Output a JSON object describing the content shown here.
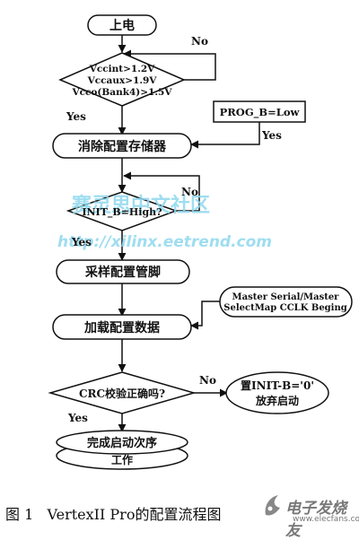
{
  "nodes": {
    "power_on": "上电",
    "voltage_check": [
      "Vccint>1.2V",
      "Vccaux>1.9V",
      "Vcco(Bank4)>1.5V"
    ],
    "prog_b": "PROG_B=Low",
    "clear_memory": "消除配置存储器",
    "init_check": "INIT_B=High?",
    "sample_pins": "采样配置管脚",
    "cclk_begin": [
      "Master Serial/Master",
      "SelectMap CCLK Beging"
    ],
    "load_data": "加载配置数据",
    "crc_check": "CRC校验正确吗?",
    "set_init": [
      "置INIT-B='0'",
      "放弃启动"
    ],
    "complete_startup": "完成启动次序",
    "work": "工作"
  },
  "edges": {
    "voltage_no": "No",
    "voltage_yes": "Yes",
    "prog_yes": "Yes",
    "init_no": "No",
    "init_yes": "Yes",
    "crc_no": "No",
    "crc_yes": "Yes"
  },
  "watermark": {
    "line1": "赛灵思中文社区",
    "line2": "http://xilinx.eetrend.com"
  },
  "caption": {
    "figure": "图 1",
    "title": "VertexII Pro的配置流程图"
  },
  "logo": {
    "text": "电子发烧友",
    "url": "www.elecfans.com"
  }
}
